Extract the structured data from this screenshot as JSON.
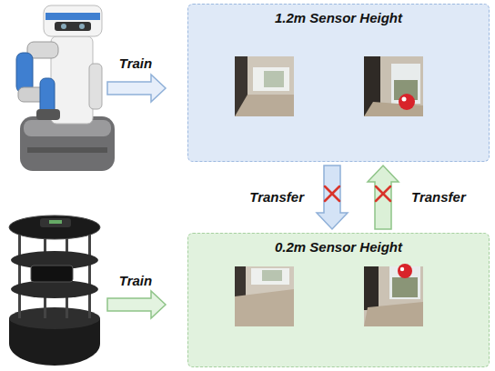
{
  "diagram": {
    "nodes": [
      {
        "text": [
          "1.2m Sensor Height"
        ]
      },
      {
        "text": [
          "0.2m Sensor Height"
        ]
      }
    ],
    "edges": [
      {
        "from": 0,
        "to": 1,
        "arrow": "to",
        "label": "Transfer"
      },
      {
        "from": 1,
        "to": 0,
        "arrow": "to",
        "label": "Transfer"
      }
    ],
    "labels": [
      "Train",
      "Train"
    ]
  }
}
